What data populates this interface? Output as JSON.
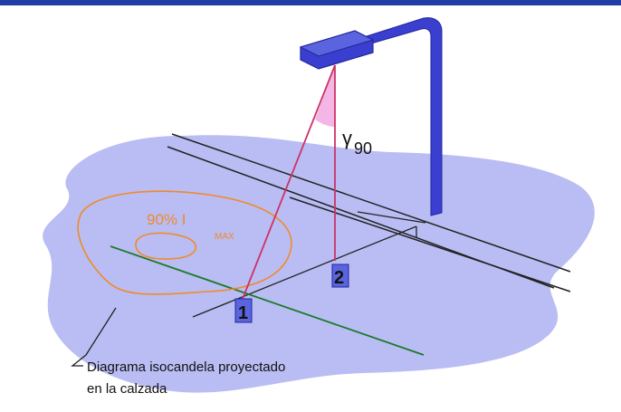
{
  "diagram": {
    "angle_symbol": "γ",
    "angle_subscript": "90",
    "isocandela_main": "90% I",
    "isocandela_sub": "MAX",
    "point_1": "1",
    "point_2": "2",
    "caption_line1": "Diagrama isocandela proyectado",
    "caption_line2": "en la calzada"
  },
  "colors": {
    "top_rule": "#1f3ea6",
    "road_surface": "#b9bdf3",
    "pole": "#3a3fcf",
    "pole_dark": "#22279a",
    "beam_line": "#cc3366",
    "angle_fill": "#f3b6e6",
    "isocandela": "#f08a2a",
    "green_line": "#1a7a2a",
    "marker_fill": "#5a64de",
    "text": "#111111"
  }
}
